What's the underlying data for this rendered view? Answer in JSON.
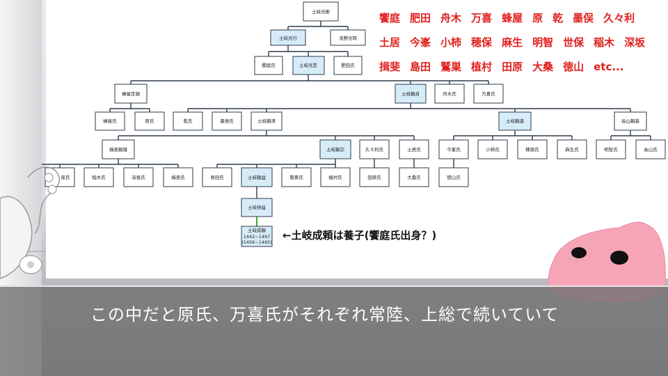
{
  "nodes": {
    "n_root": "土岐光衡",
    "n_mitsuyuki": "土岐光行",
    "n_asano": "浅野光時",
    "n_aiba": "饗庭氏",
    "n_mitsusada": "土岐光定",
    "n_hida": "肥田氏",
    "n_hachiya_sada": "蜂屋定親",
    "n_yorisada": "土岐頼貞",
    "n_funaki": "舟木氏",
    "n_mangi": "万喜氏",
    "n_hachiya": "蜂屋氏",
    "n_hara": "原氏",
    "n_inui": "乾氏",
    "n_suguro": "墨俣氏",
    "n_yorikiyo": "土岐頼清",
    "n_yoritoo": "土岐頼遠",
    "n_nagayama_yori": "長山頼基",
    "n_settsu_yori": "揖斐頼雄",
    "n_yoriyasu": "土岐頼宗",
    "n_kukuri": "久々利氏",
    "n_toi": "土居氏",
    "n_imamine": "今峯氏",
    "n_kogaki": "小柿氏",
    "n_hoho": "穂保氏",
    "n_aso": "麻生氏",
    "n_akechi": "明智氏",
    "n_nagayama": "長山氏",
    "n_yasu": "保氏",
    "n_inaki": "稲木氏",
    "n_fukasaka": "深坂氏",
    "n_ibi": "揖斐氏",
    "n_shimada": "島田氏",
    "n_yorimasu": "土岐頼益",
    "n_washisu": "鷲巣氏",
    "n_uemura": "植村氏",
    "n_tawara": "田原氏",
    "n_oga": "大桑氏",
    "n_tokuyama": "徳山氏",
    "n_mochimasu": "土岐持益",
    "n_shigeyori": "土岐成頼",
    "n_shigeyori_years1": "1442~1497",
    "n_shigeyori_years2": "(1456~1495)"
  },
  "clan_rows": [
    [
      "饗庭",
      "肥田",
      "舟木",
      "万喜",
      "蜂屋",
      "原",
      "乾",
      "墨俣",
      "久々利"
    ],
    [
      "土居",
      "今峯",
      "小柿",
      "穂保",
      "麻生",
      "明智",
      "世保",
      "稲木",
      "深坂"
    ],
    [
      "揖斐",
      "島田",
      "鷲巣",
      "植村",
      "田原",
      "大桑",
      "徳山",
      "etc..."
    ]
  ],
  "note": "←土岐成頼は養子(饗庭氏出身？)",
  "message": "この中だと原氏、万喜氏がそれぞれ常陸、上総で続いていて",
  "colors": {
    "clan_text": "#e0201e",
    "highlight_box": "#d6ecf8",
    "line": "#2d3a4a",
    "adoption_line": "#3aa637"
  }
}
